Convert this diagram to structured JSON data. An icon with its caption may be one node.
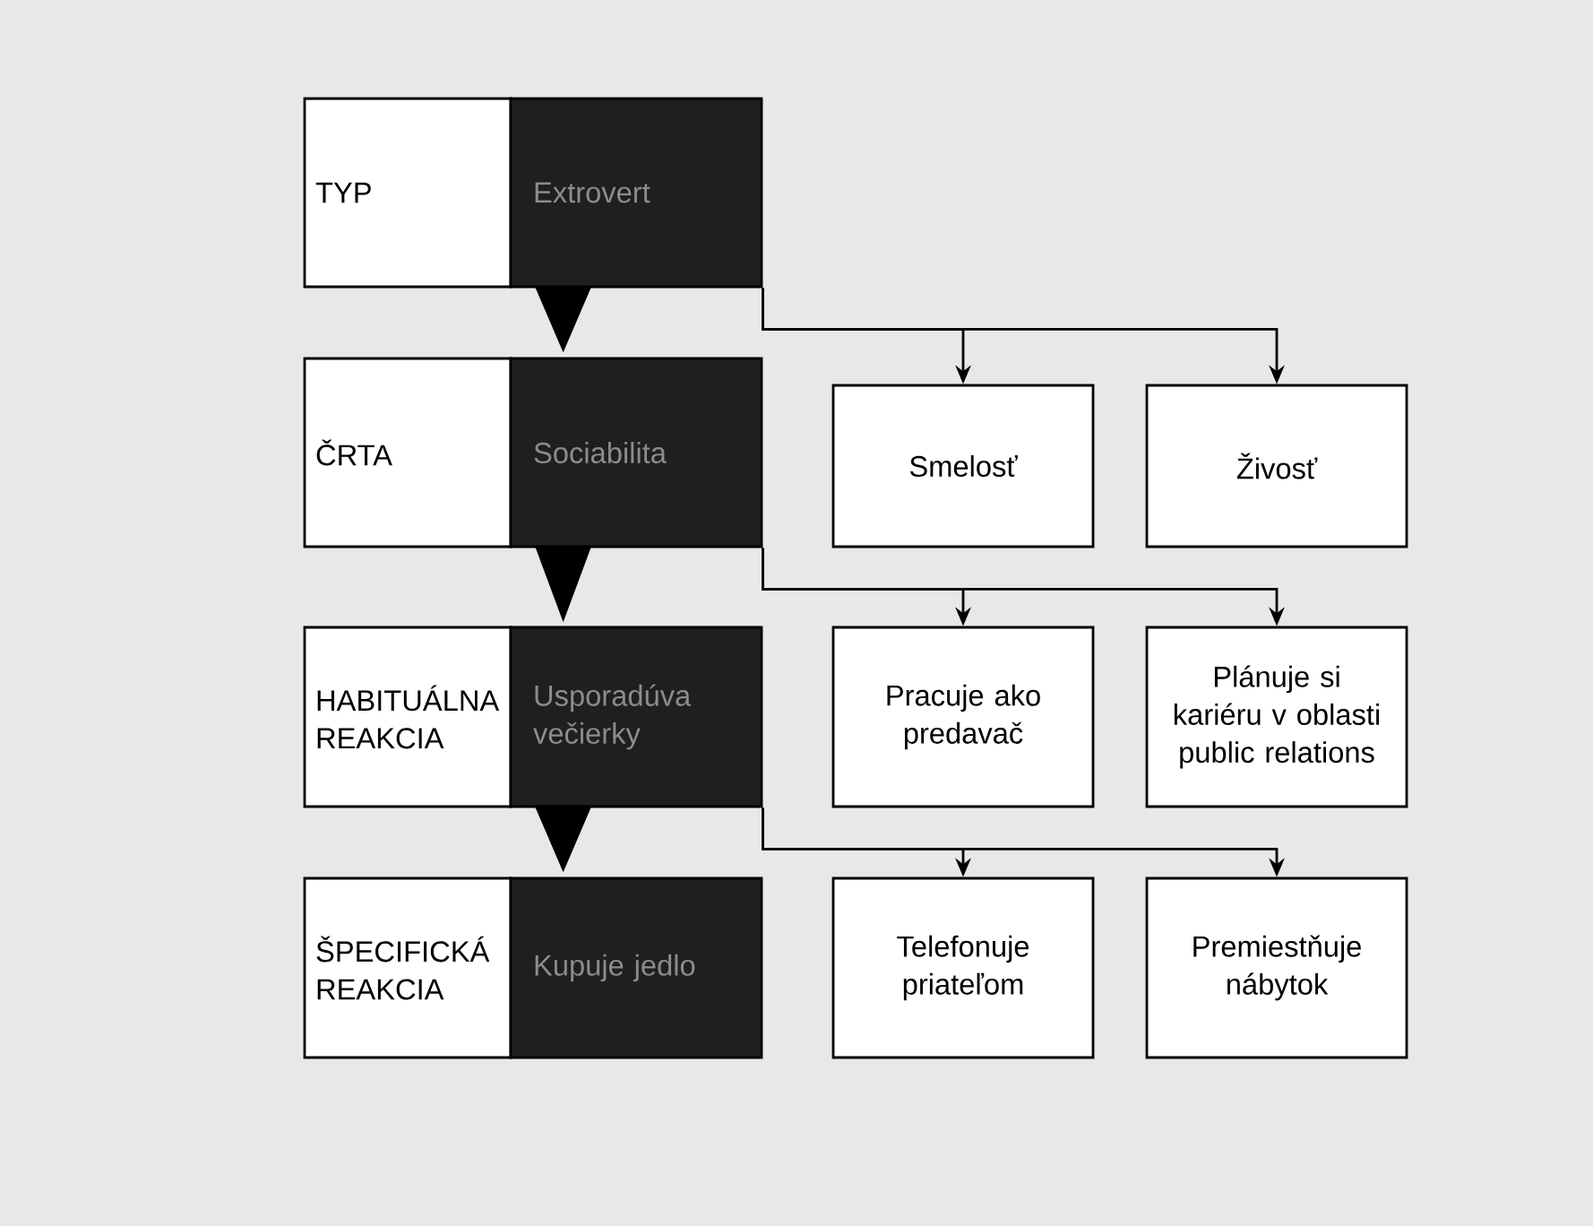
{
  "diagram": {
    "nodes": [
      {
        "text": [
          "TYP"
        ]
      },
      {
        "text": [
          "Extrovert"
        ]
      },
      {
        "text": [
          "ČRTA"
        ]
      },
      {
        "text": [
          "Sociabilita"
        ]
      },
      {
        "text": [
          "Smelosť"
        ]
      },
      {
        "text": [
          "Živosť"
        ]
      },
      {
        "text": [
          "HABITUÁLNA REAKCIA"
        ]
      },
      {
        "text": [
          "Usporadúva večierky"
        ]
      },
      {
        "text": [
          "Pracuje ako predavač"
        ]
      },
      {
        "text": [
          "Plánuje si kariéru v oblasti public relations"
        ]
      },
      {
        "text": [
          "ŠPECIFICKÁ REAKCIA"
        ]
      },
      {
        "text": [
          "Kupuje jedlo"
        ]
      },
      {
        "text": [
          "Telefonuje priateľom"
        ]
      },
      {
        "text": [
          "Premiestňuje nábytok"
        ]
      }
    ],
    "edges": [
      {
        "from": 1,
        "to": 3,
        "arrow": "to",
        "style": "thick"
      },
      {
        "from": 1,
        "to": 4,
        "arrow": "to"
      },
      {
        "from": 1,
        "to": 5,
        "arrow": "to"
      },
      {
        "from": 3,
        "to": 7,
        "arrow": "to",
        "style": "thick"
      },
      {
        "from": 3,
        "to": 8,
        "arrow": "to"
      },
      {
        "from": 3,
        "to": 9,
        "arrow": "to"
      },
      {
        "from": 7,
        "to": 11,
        "arrow": "to",
        "style": "thick"
      },
      {
        "from": 7,
        "to": 12,
        "arrow": "to"
      },
      {
        "from": 7,
        "to": 13,
        "arrow": "to"
      }
    ]
  }
}
